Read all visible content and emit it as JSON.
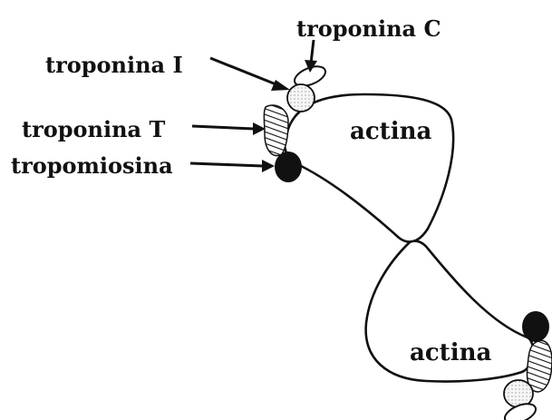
{
  "labels": {
    "troponin_c": "troponina C",
    "troponin_i": "troponina I",
    "troponin_t": "troponina T",
    "tropomyosin": "tropomiosina",
    "actin_top": "actina",
    "actin_bottom": "actina"
  },
  "colors": {
    "ink": "#111111",
    "background": "#ffffff",
    "troponin_i_fill": "#f2f2f2",
    "tropomyosin_fill": "#111111"
  }
}
